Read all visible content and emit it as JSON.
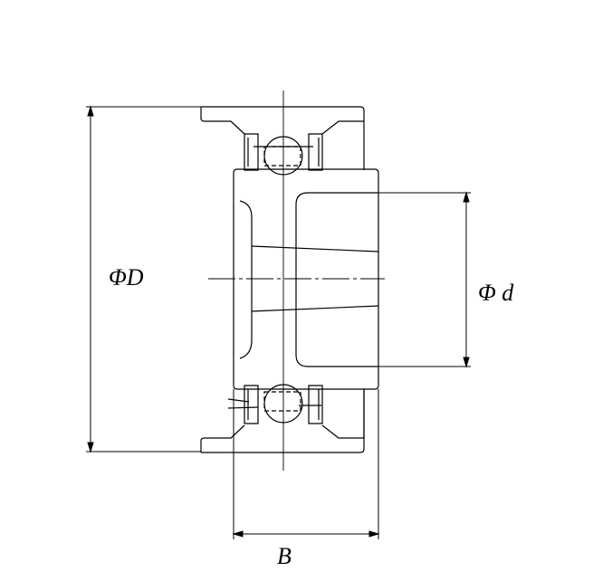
{
  "labels": {
    "outer_diameter": "ΦD",
    "bore_diameter": "Φ d",
    "width": "B"
  },
  "colors": {
    "line": "#000000",
    "background": "#ffffff"
  }
}
